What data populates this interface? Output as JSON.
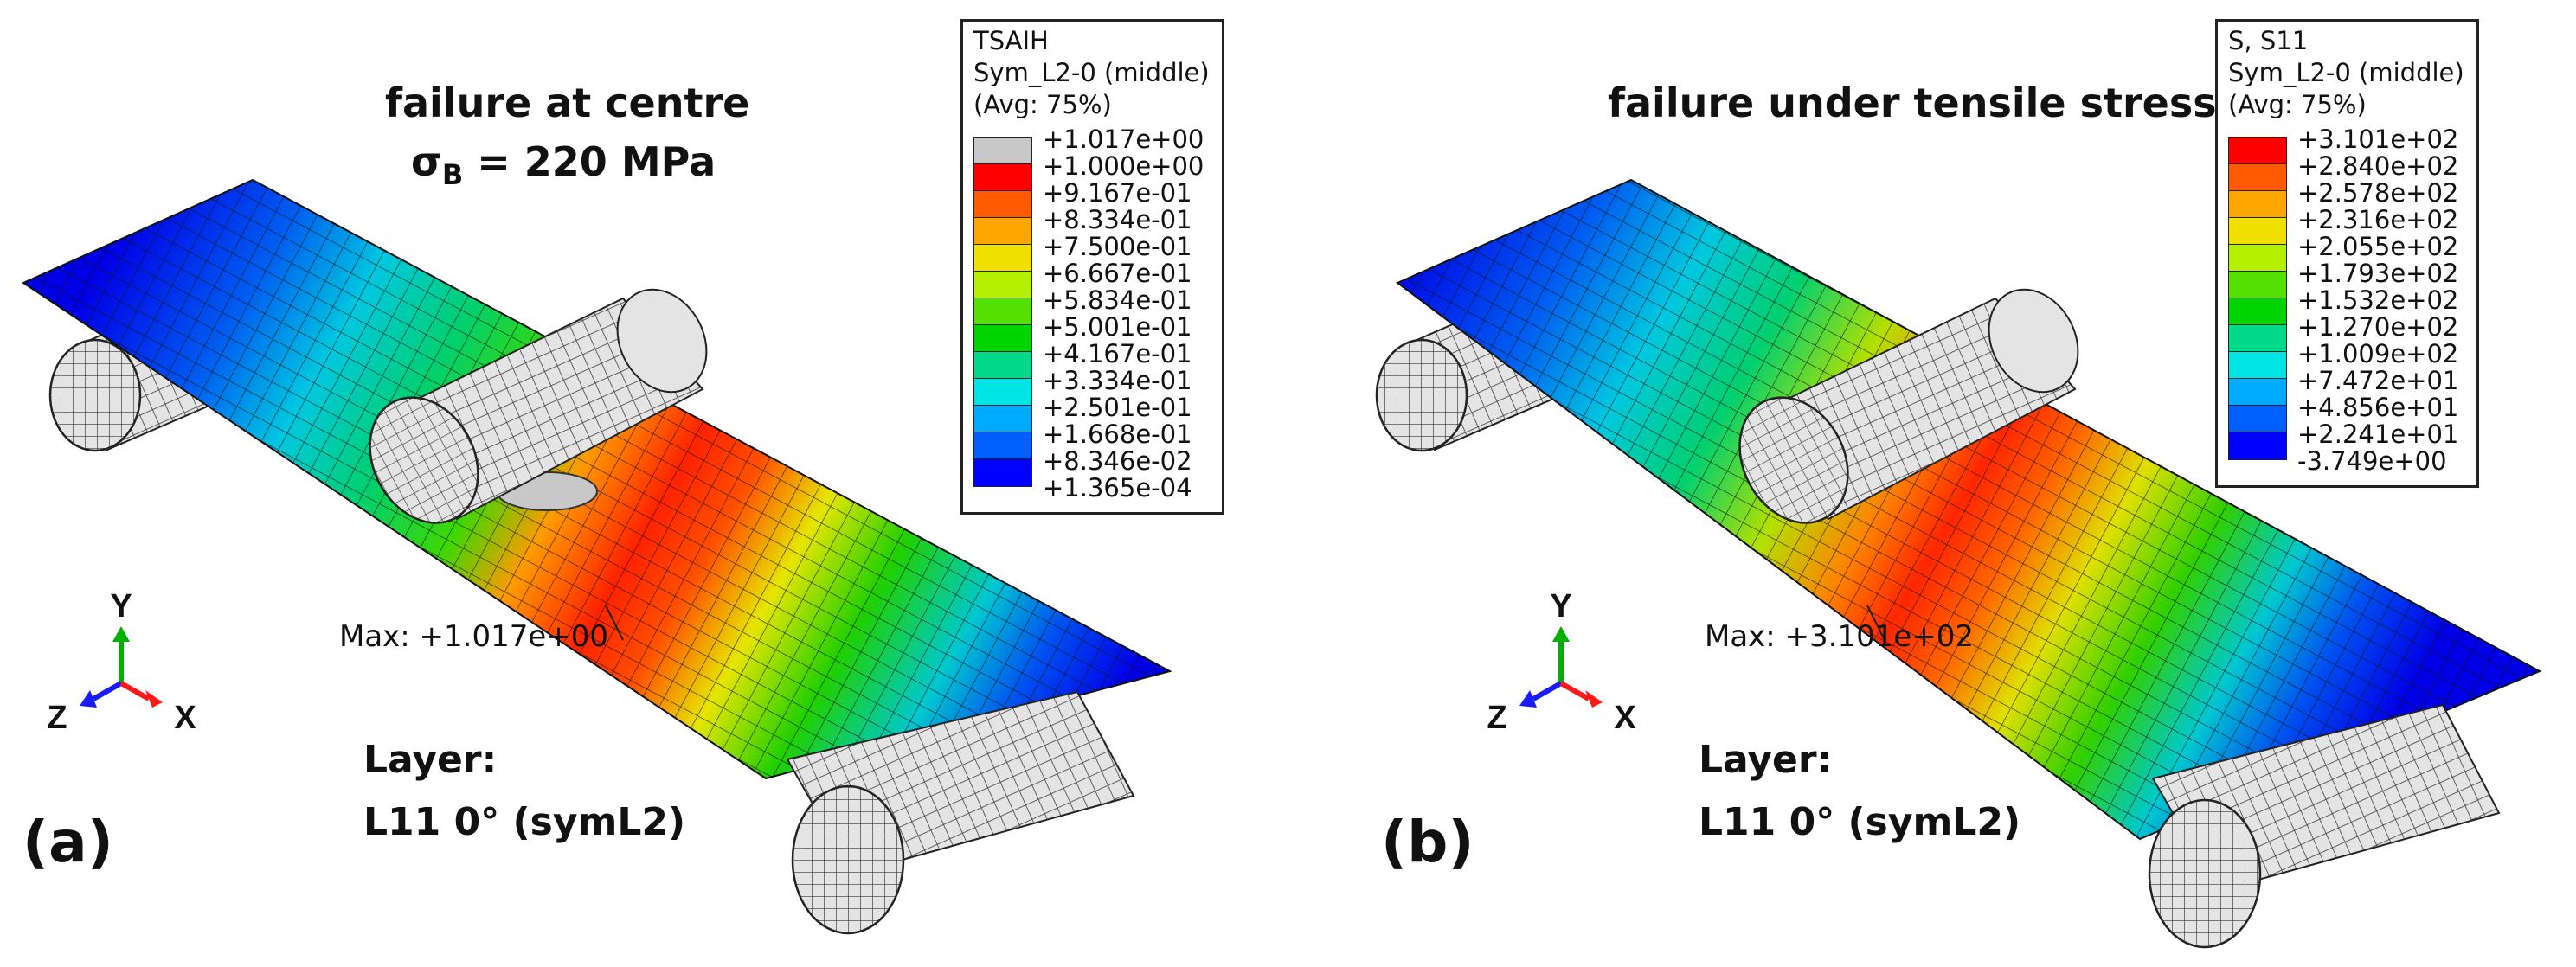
{
  "panels": [
    {
      "label": "(a)",
      "title_line1": "failure at centre",
      "title_sigma": "σ",
      "title_sub": "B",
      "title_rest": " = 220 MPa",
      "layer_line1": "Layer:",
      "layer_line2": "L11 0° (symL2)",
      "max_label": "Max: +1.017e+00",
      "legend": {
        "line1": "TSAIH",
        "line2": "Sym_L2-0 (middle)",
        "line3": "(Avg: 75%)",
        "values": [
          "+1.017e+00",
          "+1.000e+00",
          "+9.167e-01",
          "+8.334e-01",
          "+7.500e-01",
          "+6.667e-01",
          "+5.834e-01",
          "+5.001e-01",
          "+4.167e-01",
          "+3.334e-01",
          "+2.501e-01",
          "+1.668e-01",
          "+8.346e-02",
          "+1.365e-04"
        ],
        "colors": [
          "#c8c8c8",
          "#ff0000",
          "#ff5a00",
          "#ffa500",
          "#f0e000",
          "#b4f000",
          "#54e000",
          "#00d400",
          "#00d88a",
          "#00e4e4",
          "#00aaff",
          "#0060ff",
          "#0000ff"
        ]
      },
      "axes": {
        "y": "Y",
        "z": "Z",
        "x": "X"
      }
    },
    {
      "label": "(b)",
      "title_line1": "failure under tensile stress",
      "layer_line1": "Layer:",
      "layer_line2": "L11 0° (symL2)",
      "max_label": "Max: +3.101e+02",
      "legend": {
        "line1": "S, S11",
        "line2": "Sym_L2-0 (middle)",
        "line3": "(Avg: 75%)",
        "values": [
          "+3.101e+02",
          "+2.840e+02",
          "+2.578e+02",
          "+2.316e+02",
          "+2.055e+02",
          "+1.793e+02",
          "+1.532e+02",
          "+1.270e+02",
          "+1.009e+02",
          "+7.472e+01",
          "+4.856e+01",
          "+2.241e+01",
          "-3.749e+00"
        ],
        "colors": [
          "#ff0000",
          "#ff5a00",
          "#ffa500",
          "#f0e000",
          "#b4f000",
          "#54e000",
          "#00d400",
          "#00d88a",
          "#00e4e4",
          "#00aaff",
          "#0060ff",
          "#0000ff"
        ]
      },
      "axes": {
        "y": "Y",
        "z": "Z",
        "x": "X"
      }
    }
  ]
}
